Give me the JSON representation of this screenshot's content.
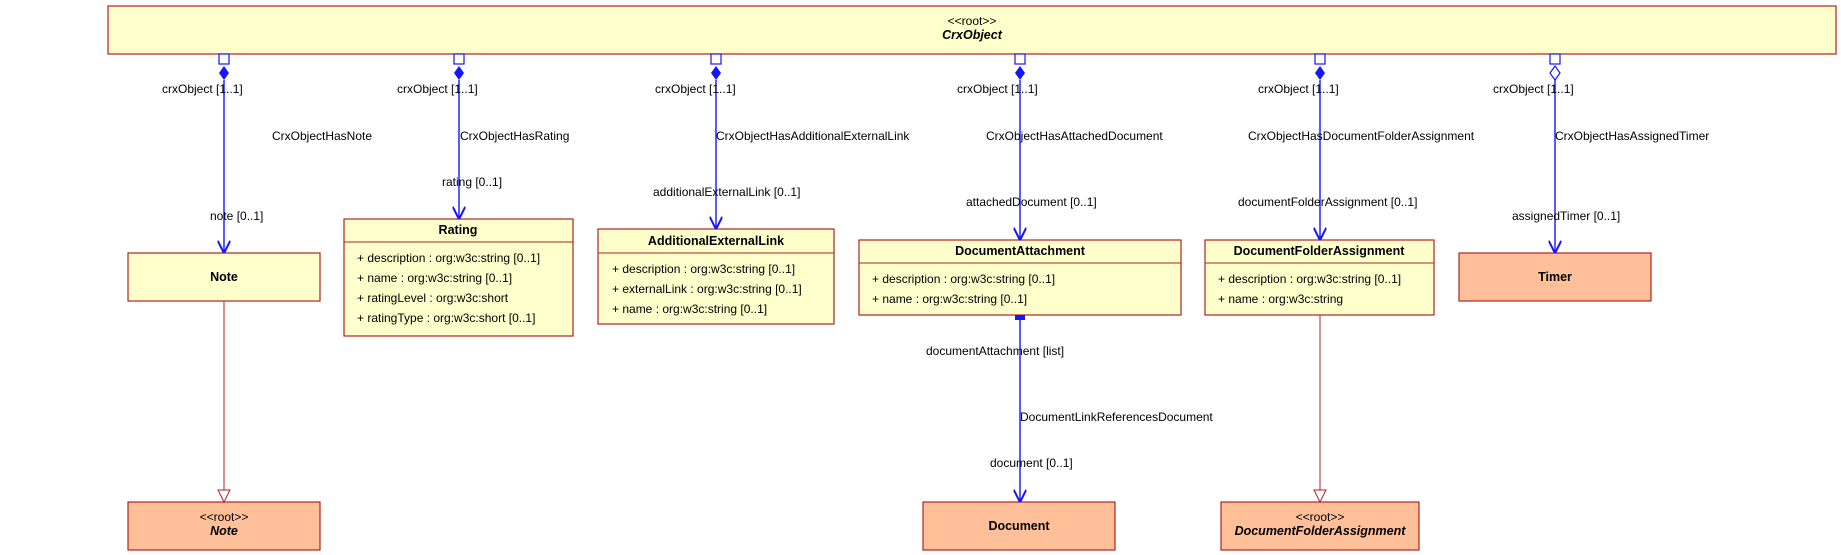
{
  "root_class": {
    "stereotype": "<<root>>",
    "name": "CrxObject"
  },
  "classes": {
    "note": {
      "name": "Note",
      "attributes": []
    },
    "rating": {
      "name": "Rating",
      "attributes": [
        "+ description : org:w3c:string [0..1]",
        "+ name : org:w3c:string [0..1]",
        "+ ratingLevel : org:w3c:short",
        "+ ratingType : org:w3c:short [0..1]"
      ]
    },
    "additional_external_link": {
      "name": "AdditionalExternalLink",
      "attributes": [
        "+ description : org:w3c:string [0..1]",
        "+ externalLink : org:w3c:string [0..1]",
        "+ name : org:w3c:string [0..1]"
      ]
    },
    "document_attachment": {
      "name": "DocumentAttachment",
      "attributes": [
        "+ description : org:w3c:string [0..1]",
        "+ name : org:w3c:string [0..1]"
      ]
    },
    "document_folder_assignment": {
      "name": "DocumentFolderAssignment",
      "attributes": [
        "+ description : org:w3c:string [0..1]",
        "+ name : org:w3c:string"
      ]
    },
    "timer": {
      "name": "Timer"
    },
    "root_note": {
      "stereotype": "<<root>>",
      "name": "Note"
    },
    "document": {
      "name": "Document"
    },
    "root_document_folder_assignment": {
      "stereotype": "<<root>>",
      "name": "DocumentFolderAssignment"
    }
  },
  "associations": {
    "note": {
      "source_role": "crxObject [1..1]",
      "name": "CrxObjectHasNote",
      "target_role": "note [0..1]"
    },
    "rating": {
      "source_role": "crxObject [1..1]",
      "name": "CrxObjectHasRating",
      "target_role": "rating [0..1]"
    },
    "additional_external_link": {
      "source_role": "crxObject [1..1]",
      "name": "CrxObjectHasAdditionalExternalLink",
      "target_role": "additionalExternalLink [0..1]"
    },
    "attached_document": {
      "source_role": "crxObject [1..1]",
      "name": "CrxObjectHasAttachedDocument",
      "target_role": "attachedDocument [0..1]"
    },
    "document_folder_assignment": {
      "source_role": "crxObject [1..1]",
      "name": "CrxObjectHasDocumentFolderAssignment",
      "target_role": "documentFolderAssignment [0..1]"
    },
    "assigned_timer": {
      "source_role": "crxObject [1..1]",
      "name": "CrxObjectHasAssignedTimer",
      "target_role": "assignedTimer [0..1]"
    },
    "document_link": {
      "source_role": "documentAttachment [list]",
      "name": "DocumentLinkReferencesDocument",
      "target_role": "document [0..1]"
    }
  },
  "colors": {
    "class_fill": "#ffffcc",
    "external_fill": "#ffbf99",
    "border": "#b22222",
    "association": "#1515ff"
  }
}
